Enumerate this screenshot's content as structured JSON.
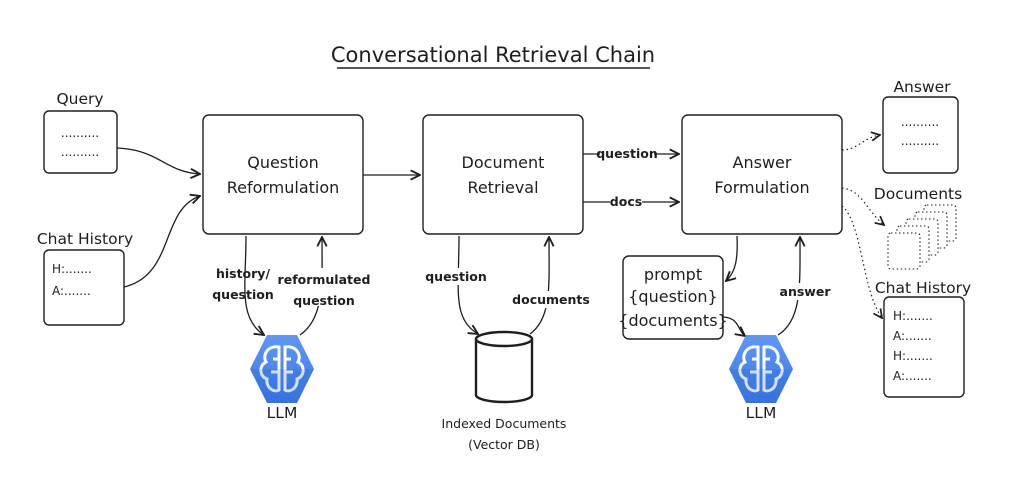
{
  "title": "Conversational Retrieval Chain",
  "inputs": {
    "query": {
      "label": "Query",
      "line1": "..........",
      "line2": ".........."
    },
    "chat_history": {
      "label": "Chat History",
      "line1": "H:.......",
      "line2": "A:......."
    }
  },
  "steps": {
    "question_reformulation": {
      "line1": "Question",
      "line2": "Reformulation"
    },
    "document_retrieval": {
      "line1": "Document",
      "line2": "Retrieval"
    },
    "answer_formulation": {
      "line1": "Answer",
      "line2": "Formulation"
    }
  },
  "edge_labels": {
    "history_question_1": "history/",
    "history_question_2": "question",
    "reformulated_1": "reformulated",
    "reformulated_2": "question",
    "retrieval_question": "question",
    "retrieval_documents": "documents",
    "to_answer_question": "question",
    "to_answer_docs": "docs",
    "answer": "answer"
  },
  "llm_left": {
    "label": "LLM",
    "icon": "brain-chip-icon",
    "color": "#4285f4"
  },
  "llm_right": {
    "label": "LLM",
    "icon": "brain-chip-icon",
    "color": "#4285f4"
  },
  "vector_db": {
    "line1": "Indexed Documents",
    "line2": "(Vector DB)",
    "icon": "database-cylinder-icon"
  },
  "prompt": {
    "line1": "prompt",
    "line2": "{question}",
    "line3": "{documents}"
  },
  "outputs": {
    "answer": {
      "label": "Answer",
      "line1": "..........",
      "line2": ".........."
    },
    "documents": {
      "label": "Documents"
    },
    "chat_history": {
      "label": "Chat History",
      "line1": "H:.......",
      "line2": "A:.......",
      "line3": "H:.......",
      "line4": "A:......."
    }
  }
}
